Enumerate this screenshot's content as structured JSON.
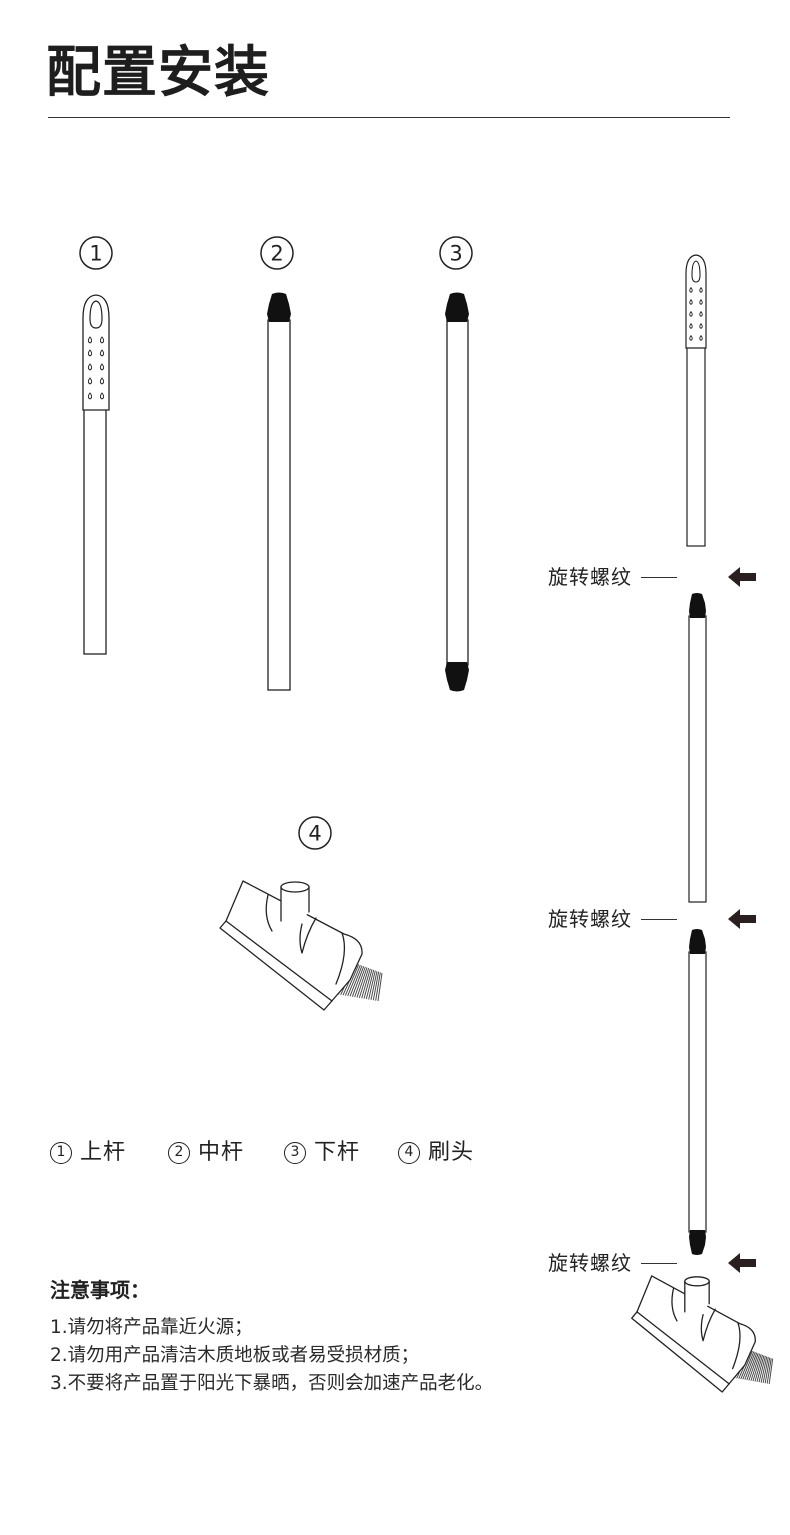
{
  "title": "配置安装",
  "parts": [
    {
      "num": "1",
      "name": "上杆"
    },
    {
      "num": "2",
      "name": "中杆"
    },
    {
      "num": "3",
      "name": "下杆"
    },
    {
      "num": "4",
      "name": "刷头"
    }
  ],
  "assembly": {
    "joints": [
      {
        "label": "旋转螺纹",
        "icon": "left-arrow-icon"
      },
      {
        "label": "旋转螺纹",
        "icon": "left-arrow-icon"
      },
      {
        "label": "旋转螺纹",
        "icon": "left-arrow-icon"
      }
    ]
  },
  "notes": {
    "heading": "注意事项：",
    "items": [
      "1.请勿将产品靠近火源；",
      "2.请勿用产品清洁木质地板或者易受损材质；",
      "3.不要将产品置于阳光下暴晒，否则会加速产品老化。"
    ]
  },
  "colors": {
    "text": "#222222",
    "cap": "#111111",
    "arrow": "#2b2020"
  }
}
